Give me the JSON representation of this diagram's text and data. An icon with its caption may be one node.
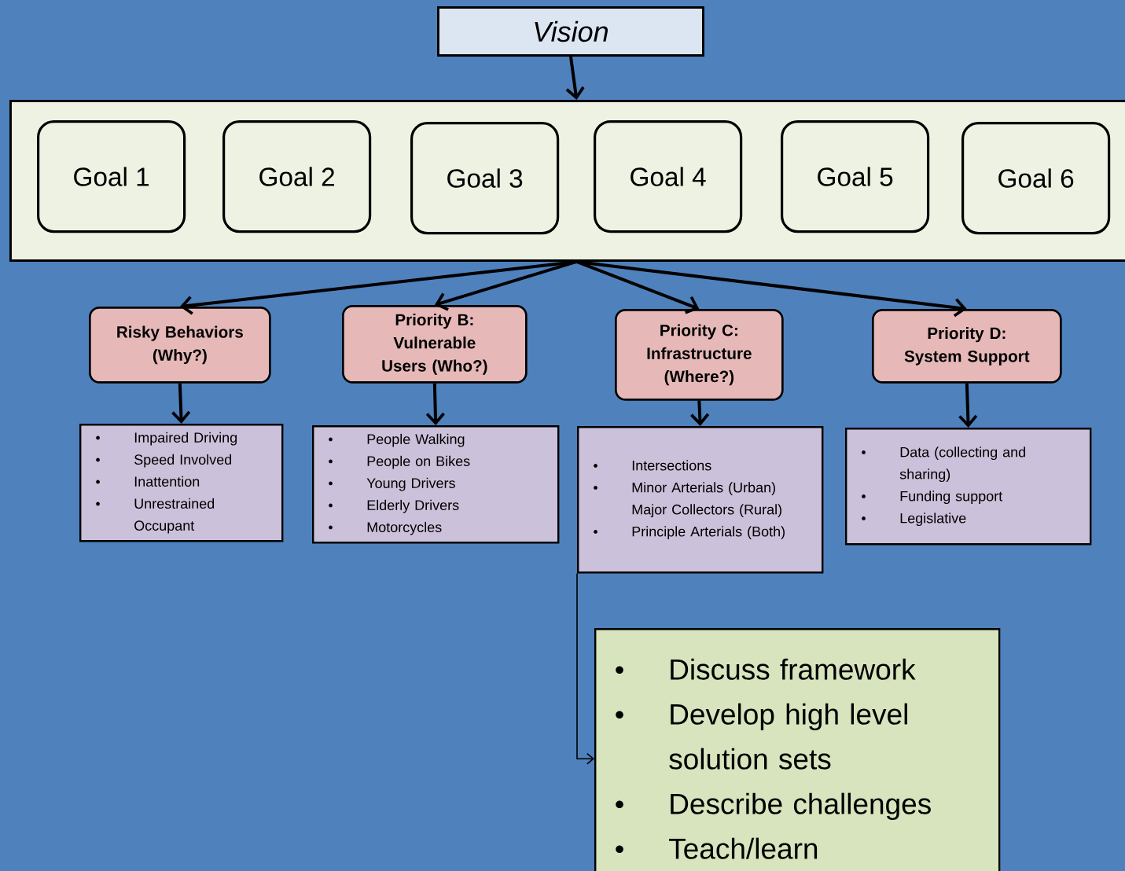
{
  "diagram": {
    "nodes": [
      {
        "text": [
          "Vision"
        ]
      },
      {
        "text": [],
        "shape": "box"
      },
      {
        "text": [
          "Goal 1"
        ],
        "in": 1
      },
      {
        "text": [
          "Goal 2"
        ],
        "in": 1
      },
      {
        "text": [
          "Goal 3"
        ],
        "in": 1
      },
      {
        "text": [
          "Goal 4"
        ],
        "in": 1
      },
      {
        "text": [
          "Goal 5"
        ],
        "in": 1
      },
      {
        "text": [
          "Goal 6"
        ],
        "in": 1
      },
      {
        "text": [
          "Risky Behaviors (Why?)"
        ]
      },
      {
        "text": [
          "Priority B: Vulnerable Users (Who?)"
        ]
      },
      {
        "text": [
          "Priority C: Infrastructure (Where?)"
        ]
      },
      {
        "text": [
          "Priority D: System Support"
        ]
      },
      {
        "text": [
          "Impaired Driving",
          "Speed Involved",
          "Inattention",
          "Unrestrained Occupant"
        ]
      },
      {
        "text": [
          "People Walking",
          "People on Bikes",
          "Young Drivers",
          "Elderly Drivers",
          "Motorcycles"
        ]
      },
      {
        "text": [
          "Intersections",
          "Minor Arterials (Urban) Major Collectors (Rural)",
          "Principle Arterials (Both)"
        ]
      },
      {
        "text": [
          "Data (collecting and sharing)",
          "Funding support",
          "Legislative"
        ]
      },
      {
        "text": [
          "Discuss framework",
          "Develop high level solution sets",
          "Describe challenges",
          "Teach/learn"
        ]
      }
    ],
    "edges": [
      {
        "from": 0,
        "to": 1,
        "arrow": "to"
      },
      {
        "from": 1,
        "to": 8,
        "arrow": "to"
      },
      {
        "from": 1,
        "to": 9,
        "arrow": "to"
      },
      {
        "from": 1,
        "to": 10,
        "arrow": "to"
      },
      {
        "from": 1,
        "to": 11,
        "arrow": "to"
      },
      {
        "from": 8,
        "to": 12,
        "arrow": "to"
      },
      {
        "from": 9,
        "to": 13,
        "arrow": "to"
      },
      {
        "from": 10,
        "to": 14,
        "arrow": "to"
      },
      {
        "from": 11,
        "to": 15,
        "arrow": "to"
      },
      {
        "from": 14,
        "to": 16,
        "arrow": "to"
      }
    ]
  }
}
